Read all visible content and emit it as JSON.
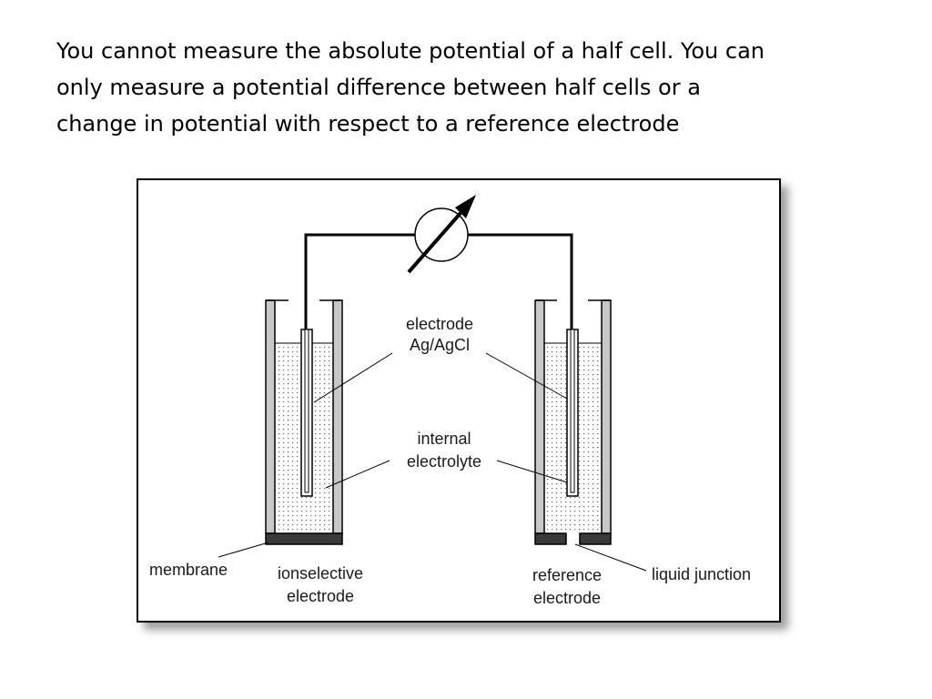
{
  "slide": {
    "text_lines": [
      "You cannot measure the absolute potential of a half cell. You can",
      "only measure a potential difference between half cells or a",
      "change in potential with respect to a reference electrode"
    ]
  },
  "diagram": {
    "labels": {
      "electrode_line1": "electrode",
      "electrode_line2": "Ag/AgCl",
      "electrolyte_line1": "internal",
      "electrolyte_line2": "electrolyte",
      "membrane": "membrane",
      "ion_line1": "ionselective",
      "ion_line2": "electrode",
      "ref_line1": "reference",
      "ref_line2": "electrode",
      "liquid_junction": "liquid junction"
    },
    "colors": {
      "outline": "#000000",
      "wall_fill": "#c8c8c8",
      "base_fill": "#3a3a3a",
      "dots": "#555555"
    }
  }
}
